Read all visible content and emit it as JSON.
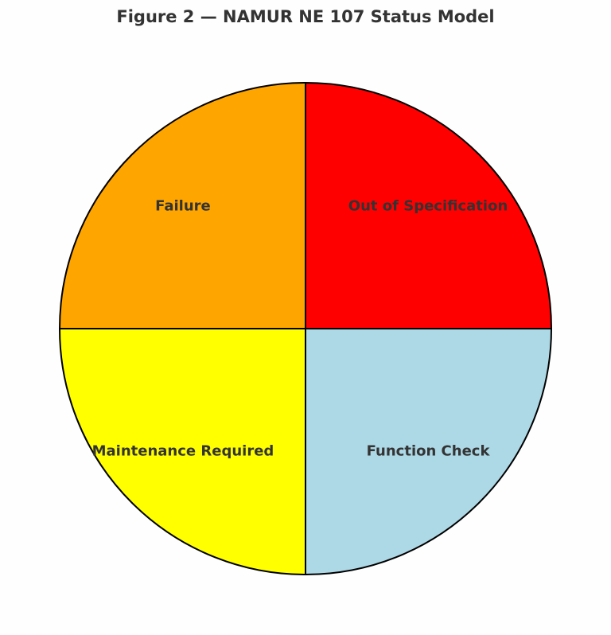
{
  "chart_data": {
    "type": "pie",
    "title": "Figure 2 — NAMUR NE 107 Status Model",
    "start_angle_deg": 90,
    "direction": "counterclockwise",
    "slices": [
      {
        "label": "Failure",
        "value": 25,
        "color": "#FFA500"
      },
      {
        "label": "Maintenance Required",
        "value": 25,
        "color": "#FFFF00"
      },
      {
        "label": "Function Check",
        "value": 25,
        "color": "#ADD8E6"
      },
      {
        "label": "Out of Specification",
        "value": 25,
        "color": "#FF0000"
      }
    ]
  }
}
